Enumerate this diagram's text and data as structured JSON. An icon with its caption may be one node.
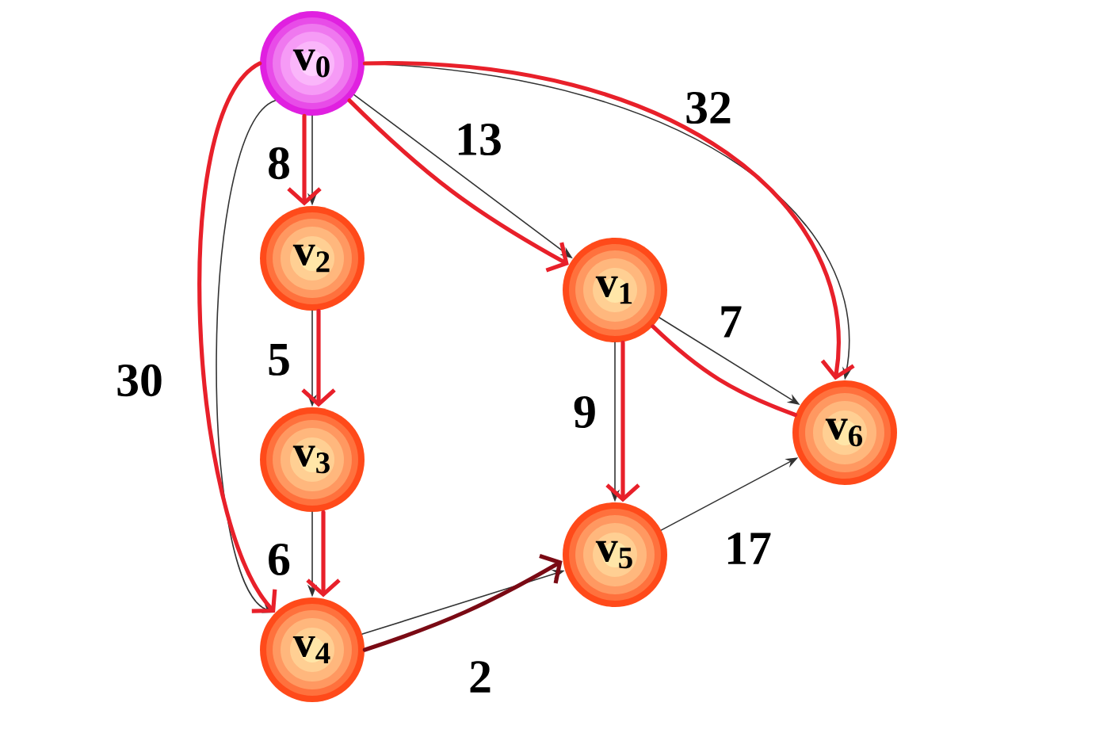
{
  "diagram": {
    "nodes": [
      {
        "text": [
          "v$_{0}$"
        ]
      },
      {
        "text": [
          "v$_{1}$"
        ]
      },
      {
        "text": [
          "v$_{2}$"
        ]
      },
      {
        "text": [
          "v$_{3}$"
        ]
      },
      {
        "text": [
          "v$_{4}$"
        ]
      },
      {
        "text": [
          "v$_{5}$"
        ]
      },
      {
        "text": [
          "v$_{6}$"
        ]
      }
    ],
    "edges": [
      {
        "from": 0,
        "to": 2,
        "arrow": "to",
        "label": "8"
      },
      {
        "from": 0,
        "to": 1,
        "arrow": "to",
        "label": "13"
      },
      {
        "from": 0,
        "to": 6,
        "arrow": "to",
        "label": "32"
      },
      {
        "from": 0,
        "to": 4,
        "arrow": "to",
        "label": "30"
      },
      {
        "from": 2,
        "to": 3,
        "arrow": "to",
        "label": "5"
      },
      {
        "from": 3,
        "to": 4,
        "arrow": "to",
        "label": "6"
      },
      {
        "from": 1,
        "to": 6,
        "arrow": "to",
        "label": "7"
      },
      {
        "from": 1,
        "to": 5,
        "arrow": "to",
        "label": "9"
      },
      {
        "from": 4,
        "to": 5,
        "arrow": "to",
        "label": "2"
      },
      {
        "from": 5,
        "to": 6,
        "arrow": "to",
        "label": "17"
      },
      {
        "from": 0,
        "to": 2,
        "arrow": "to",
        "style": "thick",
        "color": "#e8202a"
      },
      {
        "from": 0,
        "to": 1,
        "arrow": "to",
        "style": "thick",
        "color": "#e8202a"
      },
      {
        "from": 0,
        "to": 6,
        "arrow": "to",
        "style": "thick",
        "color": "#e8202a"
      },
      {
        "from": 0,
        "to": 4,
        "arrow": "to",
        "style": "thick",
        "color": "#e8202a"
      },
      {
        "from": 2,
        "to": 3,
        "arrow": "to",
        "style": "thick",
        "color": "#e8202a"
      },
      {
        "from": 3,
        "to": 4,
        "arrow": "to",
        "style": "thick",
        "color": "#e8202a"
      },
      {
        "from": 1,
        "to": 5,
        "arrow": "to",
        "style": "thick",
        "color": "#e8202a"
      },
      {
        "from": 1,
        "to": 6,
        "arrow": "none",
        "style": "thick",
        "color": "#e8202a"
      },
      {
        "from": 4,
        "to": 5,
        "arrow": "to",
        "style": "thick",
        "color": "#7a0a14"
      }
    ]
  }
}
